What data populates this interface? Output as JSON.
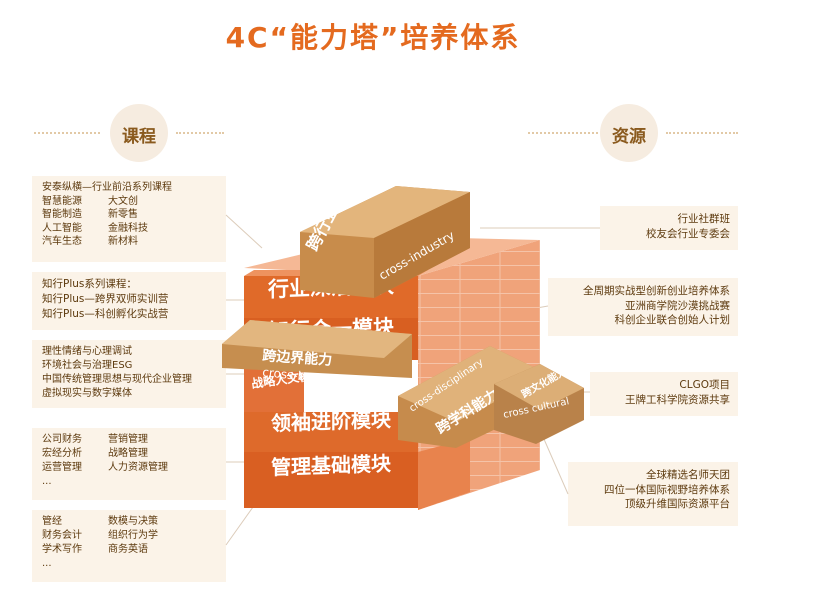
{
  "title": "4C“能力塔”培养体系",
  "left_heading": "课程",
  "right_heading": "资源",
  "left_boxes": [
    {
      "header": "安泰纵横—行业前沿系列课程",
      "rows": [
        [
          "智慧能源",
          "大文创"
        ],
        [
          "智能制造",
          "新零售"
        ],
        [
          "人工智能",
          "金融科技"
        ],
        [
          "汽车生态",
          "新材料"
        ]
      ]
    },
    {
      "lines": [
        "知行Plus系列课程：",
        "知行Plus—跨界双师实训营",
        "知行Plus—科创孵化实战营"
      ]
    },
    {
      "lines": [
        "理性情绪与心理调试",
        "环境社会与治理ESG",
        "中国传统管理思想与现代企业管理",
        "虚拟现实与数字媒体"
      ]
    },
    {
      "rows": [
        [
          "公司财务",
          "营销管理"
        ],
        [
          "宏经分析",
          "战略管理"
        ],
        [
          "运营管理",
          "人力资源管理"
        ]
      ],
      "more": "..."
    },
    {
      "rows": [
        [
          "管经",
          "数模与决策"
        ],
        [
          "财务会计",
          "组织行为学"
        ],
        [
          "学术写作",
          "商务英语"
        ]
      ],
      "more": "..."
    }
  ],
  "right_boxes": [
    {
      "lines": [
        "行业社群班",
        "校友会行业专委会"
      ]
    },
    {
      "lines": [
        "全周期实战型创新创业培养体系",
        "亚洲商学院沙漠挑战赛",
        "科创企业联合创始人计划"
      ]
    },
    {
      "lines": [
        "CLGO项目",
        "王牌工科学院资源共享"
      ]
    },
    {
      "lines": [
        "全球精选名师天团",
        "四位一体国际视野培养体系",
        "顶级升维国际资源平台"
      ]
    }
  ],
  "blocks": {
    "cross_industry_cn": "跨行业能力",
    "cross_industry_en": "cross-industry",
    "industry_module": "行业深潜模块",
    "knowing_doing_module": "知行合一模块",
    "cross_boundary_cn": "跨边界能力",
    "cross_boundary_en": "cross-boundry",
    "strategy_module": "战略人文模块",
    "leadership_module": "领袖进阶模块",
    "management_module": "管理基础模块",
    "cross_disciplinary_en": "cross-disciplinary",
    "cross_disciplinary_cn": "跨学科能力",
    "cross_cultural_cn": "跨文化能力",
    "cross_cultural_en": "cross cultural"
  },
  "colors": {
    "title": "#e46a1f",
    "brick_dark": "#df6a26",
    "brick_light": "#f3a57a",
    "tan": "#c99456",
    "tan_light": "#e8c48f",
    "box_bg": "#fbf3e8"
  }
}
